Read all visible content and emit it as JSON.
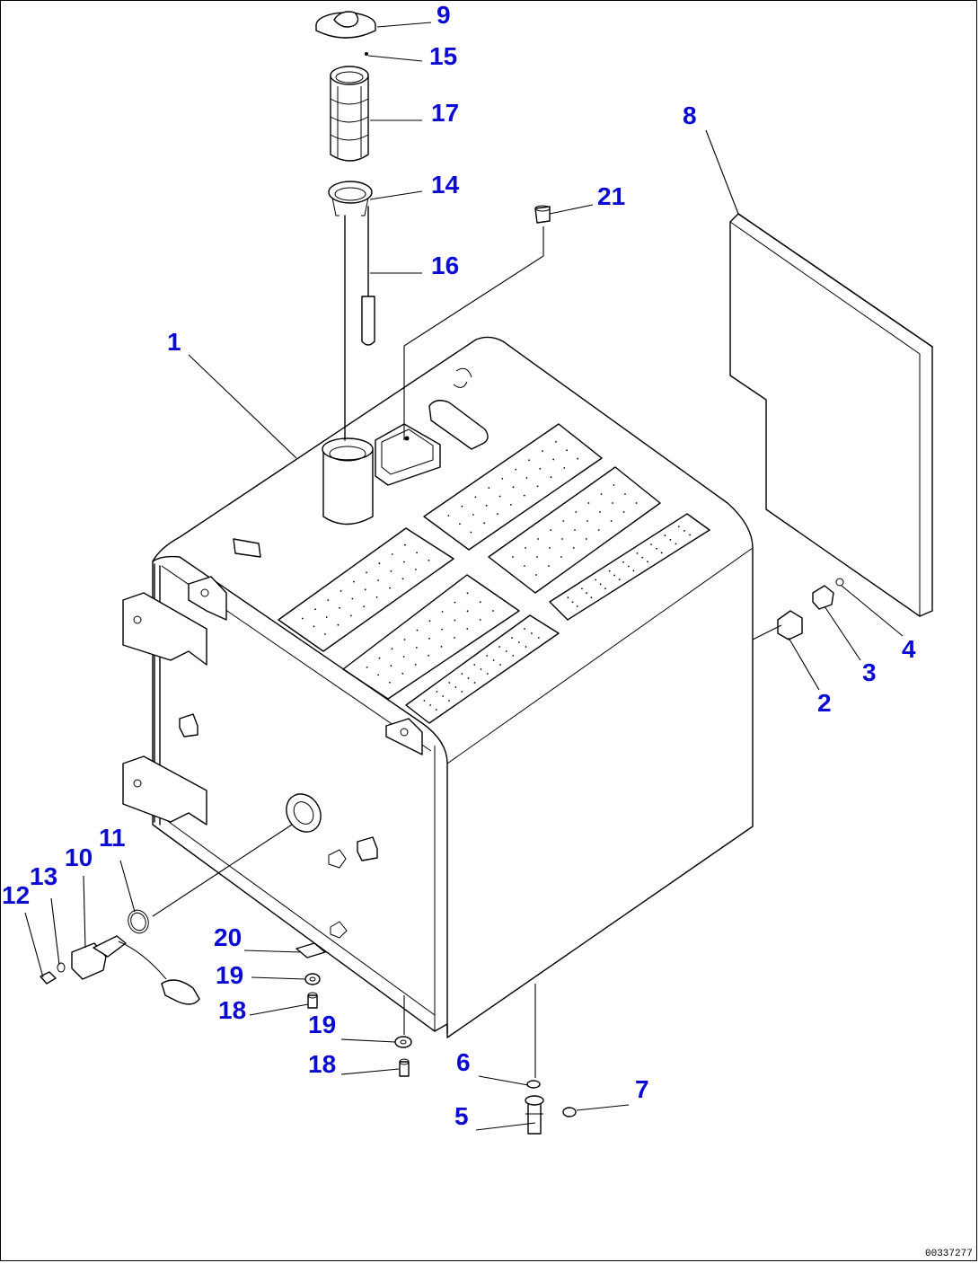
{
  "callouts": [
    {
      "id": "c1",
      "label": "1"
    },
    {
      "id": "c2",
      "label": "2"
    },
    {
      "id": "c3",
      "label": "3"
    },
    {
      "id": "c4",
      "label": "4"
    },
    {
      "id": "c5",
      "label": "5"
    },
    {
      "id": "c6",
      "label": "6"
    },
    {
      "id": "c7",
      "label": "7"
    },
    {
      "id": "c8",
      "label": "8"
    },
    {
      "id": "c9",
      "label": "9"
    },
    {
      "id": "c10",
      "label": "10"
    },
    {
      "id": "c11",
      "label": "11"
    },
    {
      "id": "c12",
      "label": "12"
    },
    {
      "id": "c13",
      "label": "13"
    },
    {
      "id": "c14",
      "label": "14"
    },
    {
      "id": "c15",
      "label": "15"
    },
    {
      "id": "c16",
      "label": "16"
    },
    {
      "id": "c17",
      "label": "17"
    },
    {
      "id": "c18a",
      "label": "18"
    },
    {
      "id": "c18b",
      "label": "18"
    },
    {
      "id": "c19a",
      "label": "19"
    },
    {
      "id": "c19b",
      "label": "19"
    },
    {
      "id": "c20",
      "label": "20"
    },
    {
      "id": "c21",
      "label": "21"
    }
  ],
  "drawing_number": "00337277",
  "colors": {
    "callout": "#0a0ad2",
    "line": "#000000",
    "background": "#ffffff"
  }
}
